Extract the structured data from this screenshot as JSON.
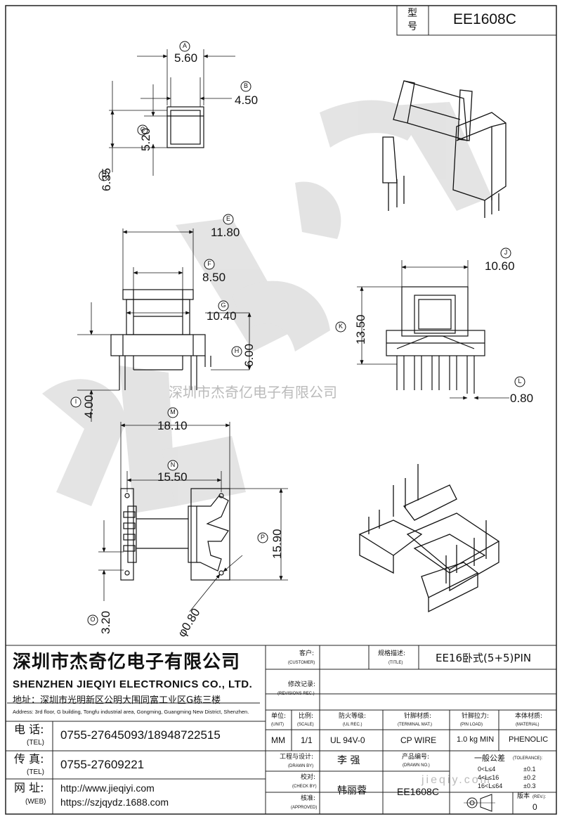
{
  "model": {
    "label_line1": "型",
    "label_line2": "号",
    "value": "EE1608C"
  },
  "watermark": {
    "text": "深圳市杰奇亿电子有限公司",
    "url_fragment": "jieqiy.com"
  },
  "dimensions": {
    "A": {
      "letter": "A",
      "value": "5.60"
    },
    "B": {
      "letter": "B",
      "value": "4.50"
    },
    "C": {
      "letter": "C",
      "value": "5.20"
    },
    "D": {
      "letter": "D",
      "value": "6.35"
    },
    "E": {
      "letter": "E",
      "value": "11.80"
    },
    "F": {
      "letter": "F",
      "value": "8.50"
    },
    "G": {
      "letter": "G",
      "value": "10.40"
    },
    "H": {
      "letter": "H",
      "value": "6.00"
    },
    "I": {
      "letter": "I",
      "value": "4.00"
    },
    "J": {
      "letter": "J",
      "value": "10.60"
    },
    "K": {
      "letter": "K",
      "value": "13.50"
    },
    "L": {
      "letter": "L",
      "value": "0.80"
    },
    "M": {
      "letter": "M",
      "value": "18.10"
    },
    "N": {
      "letter": "N",
      "value": "15.50"
    },
    "O": {
      "letter": "O",
      "value": "3.20"
    },
    "P": {
      "letter": "P",
      "value": "15.90"
    },
    "Q": {
      "value": "φ0.80"
    }
  },
  "company": {
    "name_cn": "深圳市杰奇亿电子有限公司",
    "name_en": "SHENZHEN JIEQIYI ELECTRONICS CO., LTD.",
    "address_cn": "地址：深圳市光明新区公明大围同富工业区G栋三楼",
    "address_en": "Address: 3rd floor, G building, Tongfu industrial area, Gongming, Guangming New District, Shenzhen.",
    "tel_label_cn": "电 话:",
    "tel_label_en": "(TEL)",
    "tel": "0755-27645093/18948722515",
    "fax_label_cn": "传 真:",
    "fax_label_en": "(TEL)",
    "fax": "0755-27609221",
    "web_label_cn": "网 址:",
    "web_label_en": "(WEB)",
    "web1": "http://www.jieqiyi.com",
    "web2": "https://szjqydz.1688.com"
  },
  "titleblock": {
    "customer_cn": "客户:",
    "customer_en": "(CUSTOMER)",
    "title_cn": "规格描述:",
    "title_en": "(TITLE)",
    "title_value": "EE16卧式(5+5)PIN",
    "rev_rec_cn": "修改记录:",
    "rev_rec_en": "(REVISIONS REC.)",
    "unit_cn": "单位:",
    "unit_en": "(UNIT)",
    "unit_value": "MM",
    "scale_cn": "比例:",
    "scale_en": "(SCALE)",
    "scale_value": "1/1",
    "ul_cn": "防火等级:",
    "ul_en": "(UL REC.)",
    "ul_value": "UL 94V-0",
    "terminal_cn": "针脚材质:",
    "terminal_en": "(TERMINAL MAT.)",
    "terminal_value": "CP WIRE",
    "pinload_cn": "针脚拉力:",
    "pinload_en": "(PIN LOAD)",
    "pinload_value": "1.0 kg MIN",
    "material_cn": "本体材质:",
    "material_en": "(MATERIAL)",
    "material_value": "PHENOLIC",
    "drawn_cn": "工程与设计:",
    "drawn_en": "(DRAWN BY)",
    "drawn_value": "李 强",
    "drawing_no_cn": "产品编号:",
    "drawing_no_en": "(DRAWN NO.)",
    "drawing_no_value": "EE1608C",
    "tolerance_cn": "一般公差",
    "tolerance_en": "(TOLERANCE):",
    "tol_rows": [
      {
        "range": "0<L≤4",
        "value": "±0.1"
      },
      {
        "range": "4<L≤16",
        "value": "±0.2"
      },
      {
        "range": "16<L≤64",
        "value": "±0.3"
      }
    ],
    "check_cn": "校对:",
    "check_en": "(CHECK BY)",
    "check_value": "韩丽蓉",
    "approved_cn": "核准:",
    "approved_en": "(APPROVED)",
    "rev_cn": "版本",
    "rev_en": "(REV.):",
    "rev_value": "0"
  }
}
